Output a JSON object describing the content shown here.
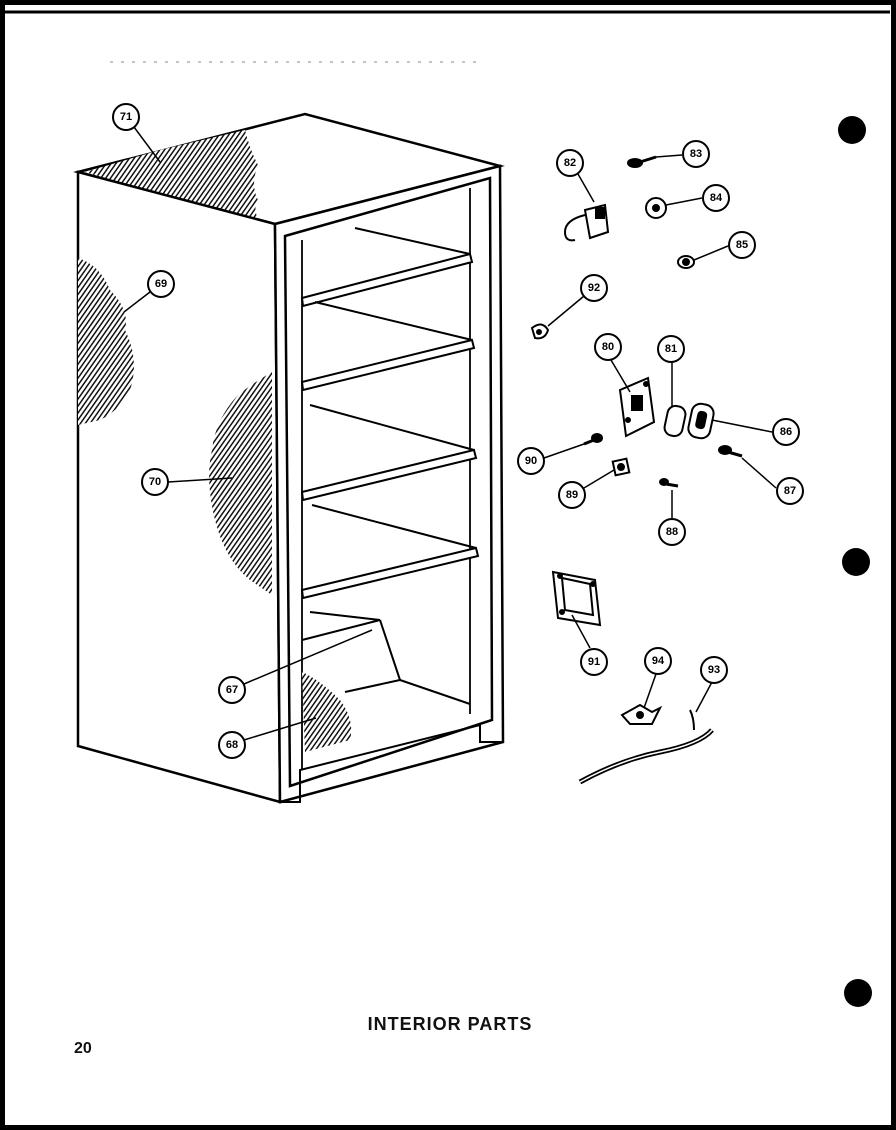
{
  "diagram": {
    "title": "INTERIOR PARTS",
    "page_number": "20",
    "callouts": [
      {
        "label": "71",
        "id": "71"
      },
      {
        "label": "69",
        "id": "69"
      },
      {
        "label": "70",
        "id": "70"
      },
      {
        "label": "67",
        "id": "67"
      },
      {
        "label": "68",
        "id": "68"
      },
      {
        "label": "82",
        "id": "82"
      },
      {
        "label": "83",
        "id": "83"
      },
      {
        "label": "84",
        "id": "84"
      },
      {
        "label": "85",
        "id": "85"
      },
      {
        "label": "92",
        "id": "92"
      },
      {
        "label": "80",
        "id": "80"
      },
      {
        "label": "81",
        "id": "81"
      },
      {
        "label": "86",
        "id": "86"
      },
      {
        "label": "87",
        "id": "87"
      },
      {
        "label": "90",
        "id": "90"
      },
      {
        "label": "89",
        "id": "89"
      },
      {
        "label": "88",
        "id": "88"
      },
      {
        "label": "91",
        "id": "91"
      },
      {
        "label": "94",
        "id": "94"
      },
      {
        "label": "93",
        "id": "93"
      }
    ]
  }
}
